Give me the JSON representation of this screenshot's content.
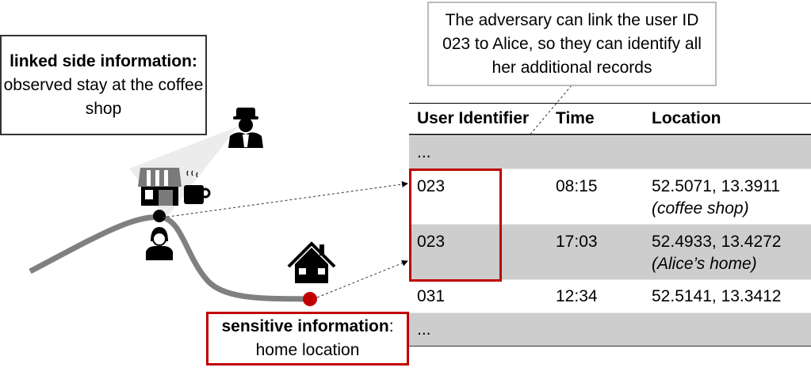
{
  "side_info": {
    "bold": "linked side information:",
    "text": " observed stay at the coffee shop"
  },
  "sensitive": {
    "bold": "sensitive information",
    "colon": ":",
    "text": "home location"
  },
  "callout": {
    "text": "The adversary can link the user ID 023 to Alice, so they can identify all her additional records"
  },
  "table": {
    "headers": [
      "User Identifier",
      "Time",
      "Location"
    ],
    "rows": [
      {
        "id": "...",
        "time": "",
        "loc": "",
        "note": ""
      },
      {
        "id": "023",
        "time": "08:15",
        "loc": "52.5071, 13.3911",
        "note": "(coffee shop)"
      },
      {
        "id": "023",
        "time": "17:03",
        "loc": "52.4933, 13.4272",
        "note": "(Alice’s home)"
      },
      {
        "id": "031",
        "time": "12:34",
        "loc": "52.5141, 13.3412",
        "note": ""
      },
      {
        "id": "...",
        "time": "",
        "loc": "",
        "note": ""
      }
    ]
  },
  "colors": {
    "highlight": "#c00000",
    "path": "#808080",
    "row_gray": "#cdcdcd"
  },
  "icons": [
    "spy-icon",
    "shop-icon",
    "coffee-cup-icon",
    "woman-icon",
    "house-icon"
  ]
}
